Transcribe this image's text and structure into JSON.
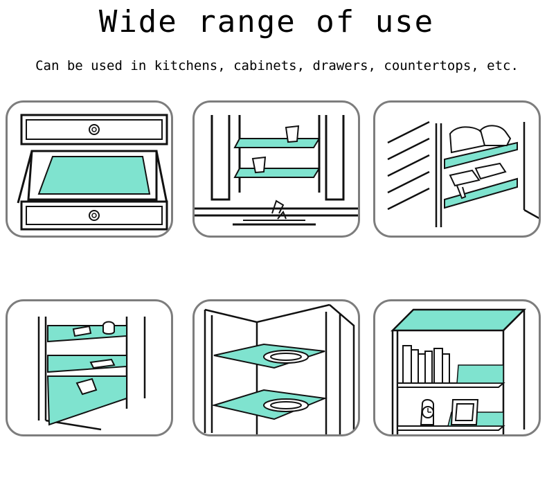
{
  "header": {
    "title": "Wide range of use",
    "subtitle": "Can be used in kitchens, cabinets, drawers, countertops, etc."
  },
  "colors": {
    "liner": "#7fe3cf",
    "outline": "#111111",
    "panel_border": "#7d7d7d"
  },
  "panels": [
    {
      "scene": "drawer",
      "icon": "drawer-icon"
    },
    {
      "scene": "kitchen-cabinet",
      "icon": "kitchen-cabinet-icon"
    },
    {
      "scene": "shoe-rack",
      "icon": "shoe-rack-icon"
    },
    {
      "scene": "refrigerator",
      "icon": "refrigerator-icon"
    },
    {
      "scene": "cupboard-with-plates",
      "icon": "cupboard-icon"
    },
    {
      "scene": "bookshelf",
      "icon": "bookshelf-icon"
    }
  ]
}
